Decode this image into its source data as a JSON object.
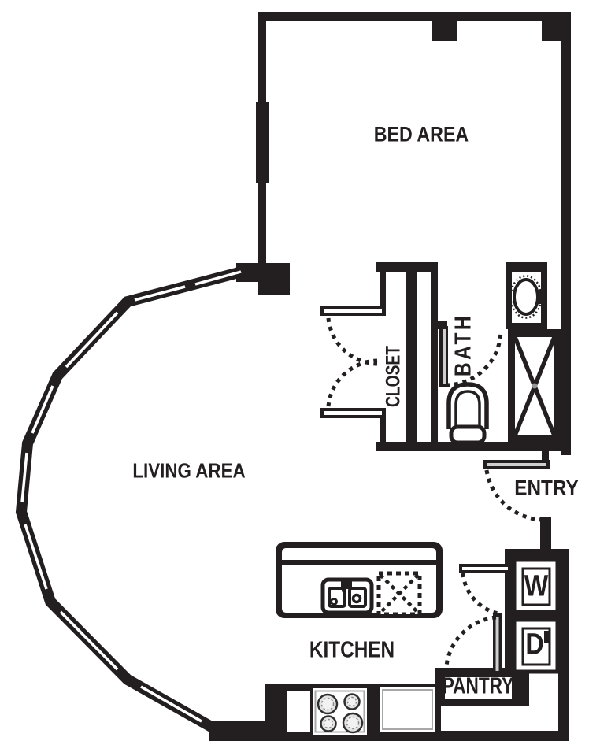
{
  "labels": {
    "bed_area": "BED AREA",
    "living_area": "LIVING AREA",
    "kitchen": "KITCHEN",
    "entry": "ENTRY",
    "pantry": "PANTRY",
    "closet": "CLOSET",
    "bath": "BATH",
    "washer": "W",
    "dryer": "D"
  },
  "colors": {
    "ink": "#231f20",
    "paper": "#ffffff",
    "door_core": "#cfcfcf",
    "glass": "#ffffff",
    "fixture_gray": "#a8a8a8",
    "burner_fill": "#e4e4e4"
  }
}
